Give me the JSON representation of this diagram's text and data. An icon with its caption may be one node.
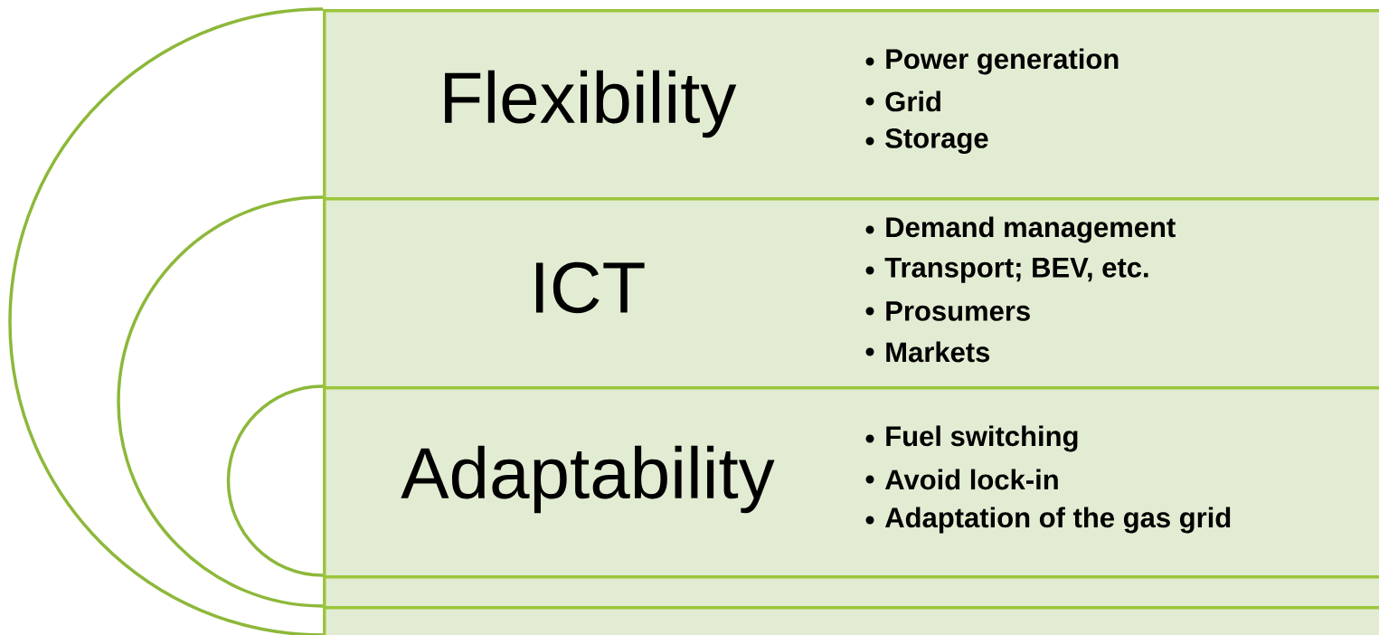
{
  "diagram": {
    "nodes": [
      {
        "text": [
          "Flexibility",
          "Power generation",
          "Grid",
          "Storage"
        ]
      },
      {
        "text": [
          "ICT",
          "Demand management",
          "Transport; BEV, etc.",
          "Prosumers",
          "Markets"
        ]
      },
      {
        "text": [
          "Adaptability",
          "Fuel switching",
          "Avoid lock-in",
          "Adaptation of the gas grid"
        ]
      },
      {
        "text": [],
        "shape": "box"
      },
      {
        "text": [],
        "shape": "box"
      }
    ]
  }
}
